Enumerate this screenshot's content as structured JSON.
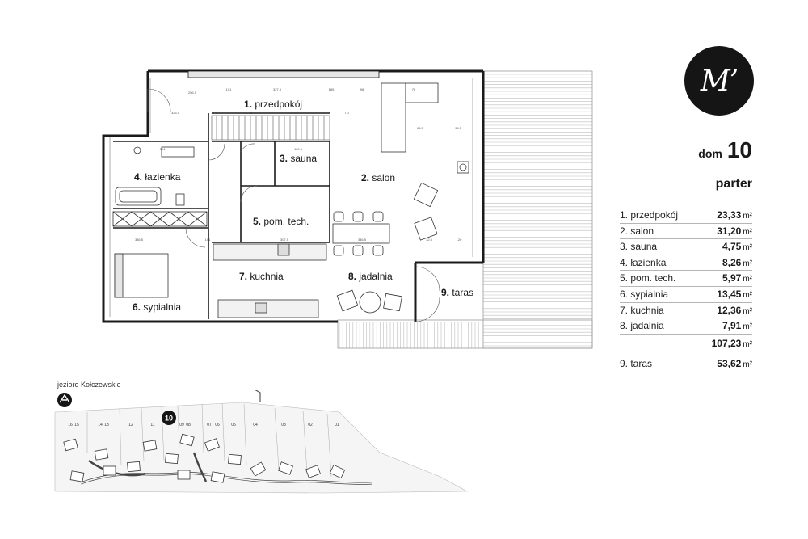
{
  "brand": {
    "logo_text": "M’"
  },
  "house": {
    "label": "dom",
    "number": "10"
  },
  "floor": "parter",
  "plan_labels": [
    {
      "num": "1.",
      "name": "przedpokój"
    },
    {
      "num": "2.",
      "name": "salon"
    },
    {
      "num": "3.",
      "name": "sauna"
    },
    {
      "num": "4.",
      "name": "łazienka"
    },
    {
      "num": "5.",
      "name": "pom. tech."
    },
    {
      "num": "6.",
      "name": "sypialnia"
    },
    {
      "num": "7.",
      "name": "kuchnia"
    },
    {
      "num": "8.",
      "name": "jadalnia"
    },
    {
      "num": "9.",
      "name": "taras"
    }
  ],
  "dimensions": [
    "256.5",
    "101",
    "327.5",
    "185",
    "156",
    "190.5",
    "325.5",
    "160",
    "304",
    "160.5",
    "346.5",
    "101",
    "307.5",
    "346.5",
    "94.5",
    "120",
    "32.5",
    "64.5",
    "7.0",
    "98",
    "76"
  ],
  "rooms": [
    {
      "name": "1.  przedpokój",
      "area": "23,33",
      "unit": "m²"
    },
    {
      "name": "2.  salon",
      "area": "31,20",
      "unit": "m²"
    },
    {
      "name": "3.  sauna",
      "area": "4,75",
      "unit": "m²"
    },
    {
      "name": "4.  łazienka",
      "area": "8,26",
      "unit": "m²"
    },
    {
      "name": "5.  pom. tech.",
      "area": "5,97",
      "unit": "m²"
    },
    {
      "name": "6.  sypialnia",
      "area": "13,45",
      "unit": "m²"
    },
    {
      "name": "7.  kuchnia",
      "area": "12,36",
      "unit": "m²"
    },
    {
      "name": "8.  jadalnia",
      "area": "7,91",
      "unit": "m²"
    }
  ],
  "total": {
    "area": "107,23",
    "unit": "m²"
  },
  "terrace": {
    "name": "9.  taras",
    "area": "53,62",
    "unit": "m²"
  },
  "site": {
    "lake_label": "jezioro Kołczewskie",
    "highlight_lot": "10",
    "lots": [
      "16",
      "15",
      "14",
      "13",
      "12",
      "11",
      "09",
      "08",
      "07",
      "06",
      "05",
      "04",
      "03",
      "02",
      "01"
    ],
    "compass_icon": "north-arrow-icon"
  },
  "colors": {
    "dark": "#151515",
    "line": "#1a1a1a",
    "fill": "#e6e6e6"
  }
}
